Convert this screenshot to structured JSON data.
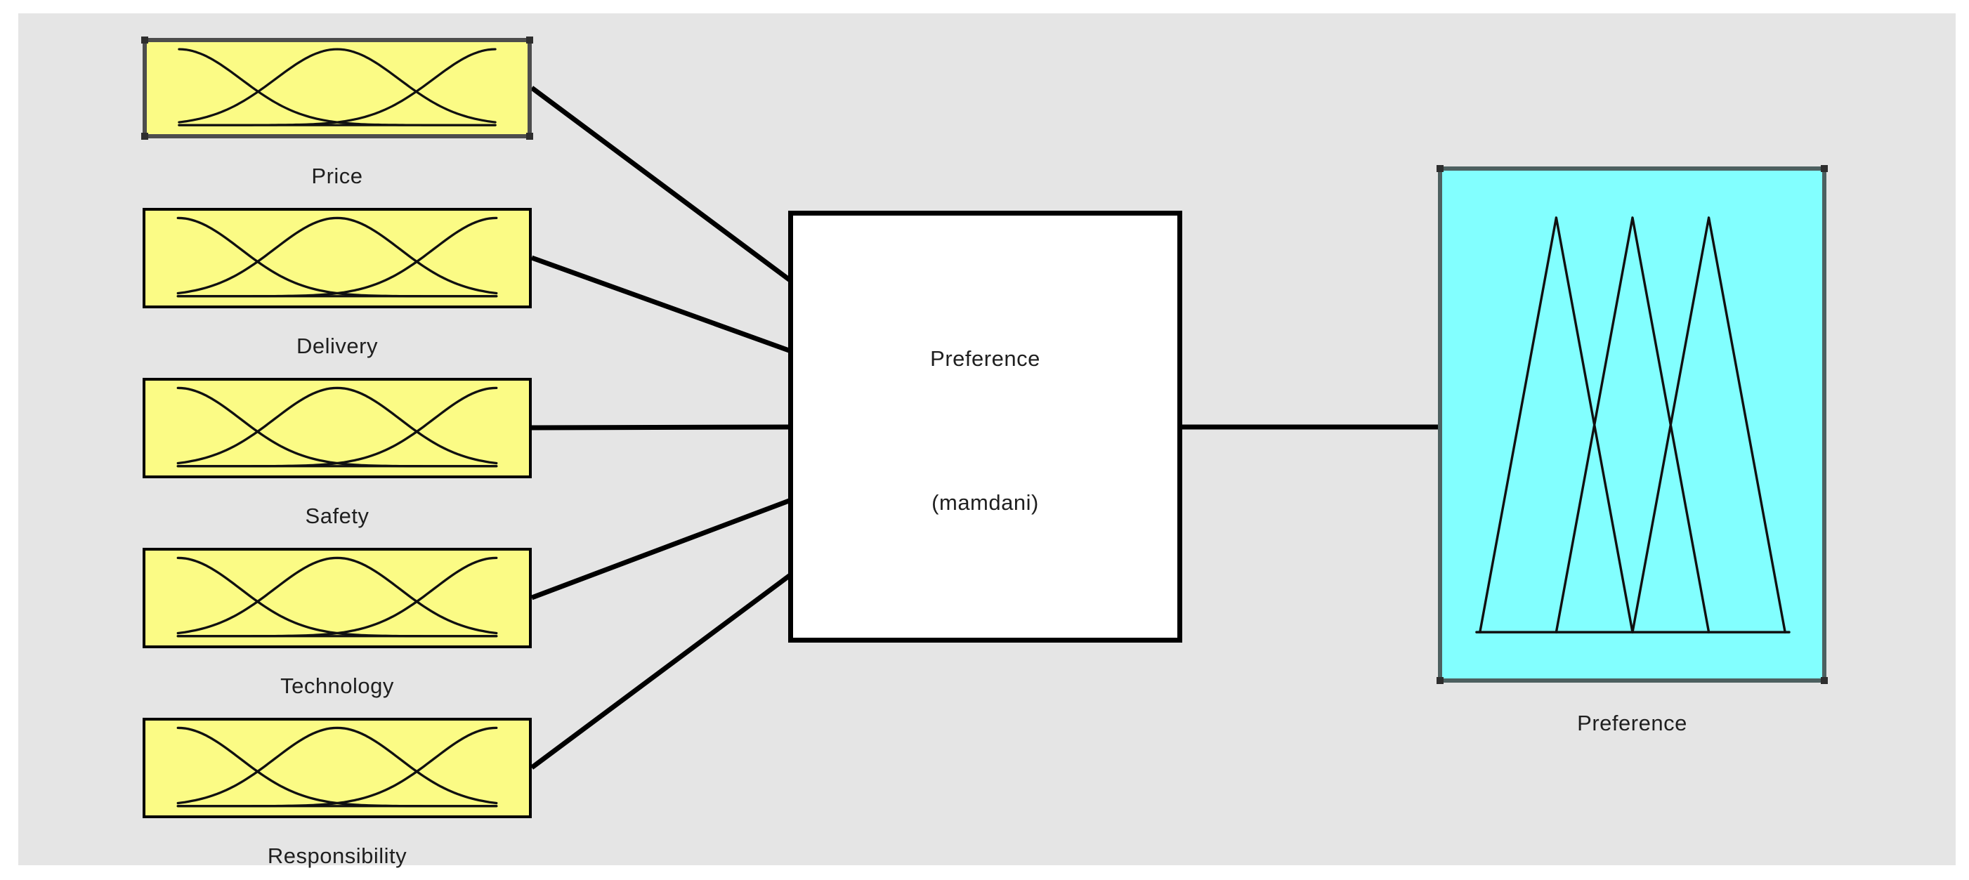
{
  "diagram": {
    "system": {
      "name": "Preference",
      "type_label": "(mamdani)"
    },
    "inputs": [
      {
        "label": "Price",
        "membership_type": "gaussian",
        "mf_count": 3
      },
      {
        "label": "Delivery",
        "membership_type": "gaussian",
        "mf_count": 3
      },
      {
        "label": "Safety",
        "membership_type": "gaussian",
        "mf_count": 3
      },
      {
        "label": "Technology",
        "membership_type": "gaussian",
        "mf_count": 3
      },
      {
        "label": "Responsibility",
        "membership_type": "gaussian",
        "mf_count": 3
      }
    ],
    "output": {
      "label": "Preference",
      "membership_type": "triangular",
      "mf_count": 3
    },
    "colors": {
      "input_fill": "#fbfb85",
      "output_fill": "#82ffff",
      "system_fill": "#ffffff",
      "panel_background": "#e5e5e5",
      "connector": "#000000",
      "selected_border": "#4d4d4d"
    }
  }
}
